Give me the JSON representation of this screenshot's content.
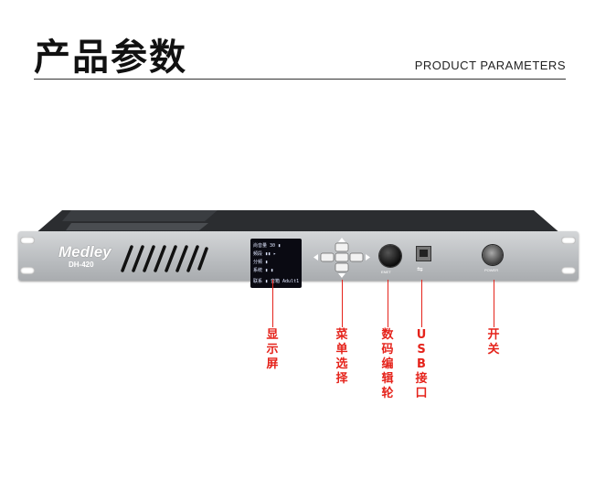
{
  "header": {
    "title_cn": "产品参数",
    "title_en": "PRODUCT PARAMETERS"
  },
  "device": {
    "brand": "Medley",
    "model": "DH-420",
    "knob_label": "ENET",
    "power_label": "POWER",
    "lcd_lines": [
      "尚音量 30 ▮",
      "频段 ▮▮ ▸",
      "分频 ▮",
      "系统 ▮ ▮",
      "联系  ▮ 音箱 Adult1"
    ]
  },
  "callouts": [
    {
      "label": "显示屏"
    },
    {
      "label": "菜单选择"
    },
    {
      "label": "数码编辑轮"
    },
    {
      "label": "USB接口"
    },
    {
      "label": "开关"
    }
  ],
  "colors": {
    "accent": "#e5231b",
    "panel": "#bfc2c5",
    "lcd": "#0a0a12"
  }
}
